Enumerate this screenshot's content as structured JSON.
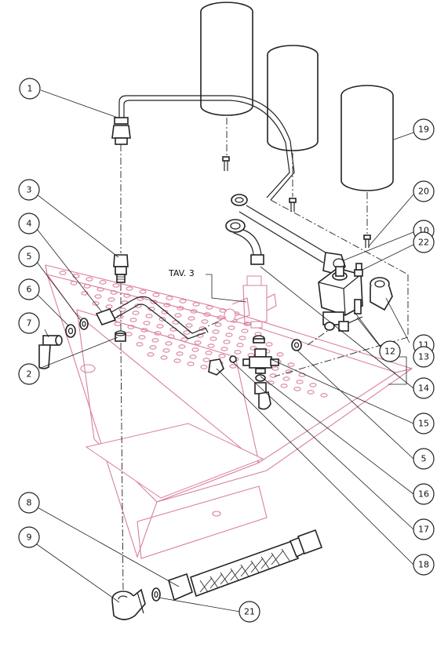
{
  "diagram": {
    "reference_label": "TAV. 3",
    "callouts": [
      "1",
      "2",
      "3",
      "4",
      "5",
      "6",
      "7",
      "8",
      "9",
      "10",
      "11",
      "12",
      "13",
      "14",
      "15",
      "5",
      "16",
      "17",
      "18",
      "19",
      "20",
      "21",
      "22"
    ]
  }
}
